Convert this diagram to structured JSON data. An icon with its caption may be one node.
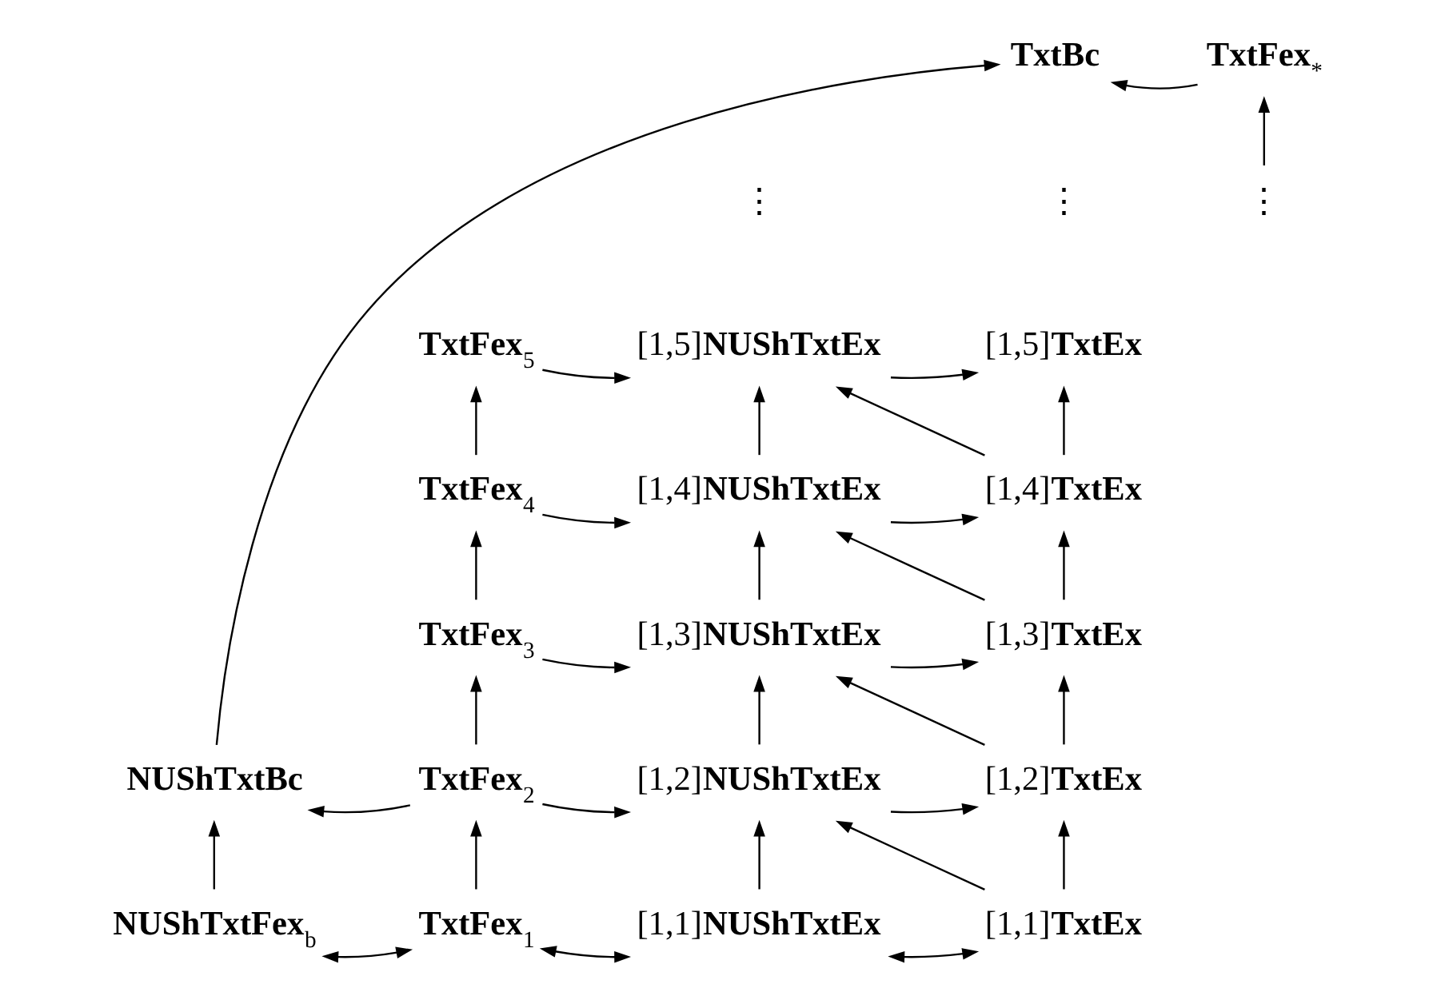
{
  "diagram": {
    "nodes": [
      {
        "text": [
          "TxtBc"
        ]
      },
      {
        "text": [
          "**TxtFex**$_{*}$"
        ]
      },
      {
        "text": [
          "⋮"
        ]
      },
      {
        "text": [
          "**TxtFex**$_{5}$"
        ]
      },
      {
        "text": [
          "[1,5]**NUShTxtEx**"
        ]
      },
      {
        "text": [
          "[1,5]**TxtEx**"
        ]
      },
      {
        "text": [
          "**TxtFex**$_{4}$"
        ]
      },
      {
        "text": [
          "[1,4]**NUShTxtEx**"
        ]
      },
      {
        "text": [
          "[1,4]**TxtEx**"
        ]
      },
      {
        "text": [
          "**TxtFex**$_{3}$"
        ]
      },
      {
        "text": [
          "[1,3]**NUShTxtEx**"
        ]
      },
      {
        "text": [
          "[1,3]**TxtEx**"
        ]
      },
      {
        "text": [
          "NUShTxtBc"
        ]
      },
      {
        "text": [
          "**TxtFex**$_{2}$"
        ]
      },
      {
        "text": [
          "[1,2]**NUShTxtEx**"
        ]
      },
      {
        "text": [
          "[1,2]**TxtEx**"
        ]
      },
      {
        "text": [
          "**NUShTxtFex**$_{b}$"
        ]
      },
      {
        "text": [
          "**TxtFex**$_{1}$"
        ]
      },
      {
        "text": [
          "[1,1]**NUShTxtEx**"
        ]
      },
      {
        "text": [
          "[1,1]**TxtEx**"
        ]
      }
    ],
    "edges": [
      {
        "from": 1,
        "to": 0,
        "arrow": "to"
      },
      {
        "from": 12,
        "to": 0,
        "arrow": "to"
      },
      {
        "from": 2,
        "to": 1,
        "arrow": "to"
      },
      {
        "from": 3,
        "to": 4,
        "arrow": "to"
      },
      {
        "from": 4,
        "to": 5,
        "arrow": "to"
      },
      {
        "from": 6,
        "to": 3,
        "arrow": "to"
      },
      {
        "from": 7,
        "to": 4,
        "arrow": "to"
      },
      {
        "from": 8,
        "to": 4,
        "arrow": "to"
      },
      {
        "from": 8,
        "to": 5,
        "arrow": "to"
      },
      {
        "from": 6,
        "to": 7,
        "arrow": "to"
      },
      {
        "from": 7,
        "to": 8,
        "arrow": "to"
      },
      {
        "from": 9,
        "to": 6,
        "arrow": "to"
      },
      {
        "from": 10,
        "to": 7,
        "arrow": "to"
      },
      {
        "from": 11,
        "to": 7,
        "arrow": "to"
      },
      {
        "from": 11,
        "to": 8,
        "arrow": "to"
      },
      {
        "from": 9,
        "to": 10,
        "arrow": "to"
      },
      {
        "from": 10,
        "to": 11,
        "arrow": "to"
      },
      {
        "from": 13,
        "to": 9,
        "arrow": "to"
      },
      {
        "from": 14,
        "to": 10,
        "arrow": "to"
      },
      {
        "from": 15,
        "to": 10,
        "arrow": "to"
      },
      {
        "from": 15,
        "to": 11,
        "arrow": "to"
      },
      {
        "from": 13,
        "to": 12,
        "arrow": "to"
      },
      {
        "from": 13,
        "to": 14,
        "arrow": "to"
      },
      {
        "from": 14,
        "to": 15,
        "arrow": "to"
      },
      {
        "from": 16,
        "to": 12,
        "arrow": "to"
      },
      {
        "from": 17,
        "to": 13,
        "arrow": "to"
      },
      {
        "from": 18,
        "to": 14,
        "arrow": "to"
      },
      {
        "from": 19,
        "to": 14,
        "arrow": "to"
      },
      {
        "from": 19,
        "to": 15,
        "arrow": "to"
      },
      {
        "from": 16,
        "to": 17,
        "arrow": "both"
      },
      {
        "from": 17,
        "to": 18,
        "arrow": "both"
      },
      {
        "from": 18,
        "to": 19,
        "arrow": "both"
      }
    ],
    "labels": [
      "⋮",
      "⋮"
    ]
  }
}
